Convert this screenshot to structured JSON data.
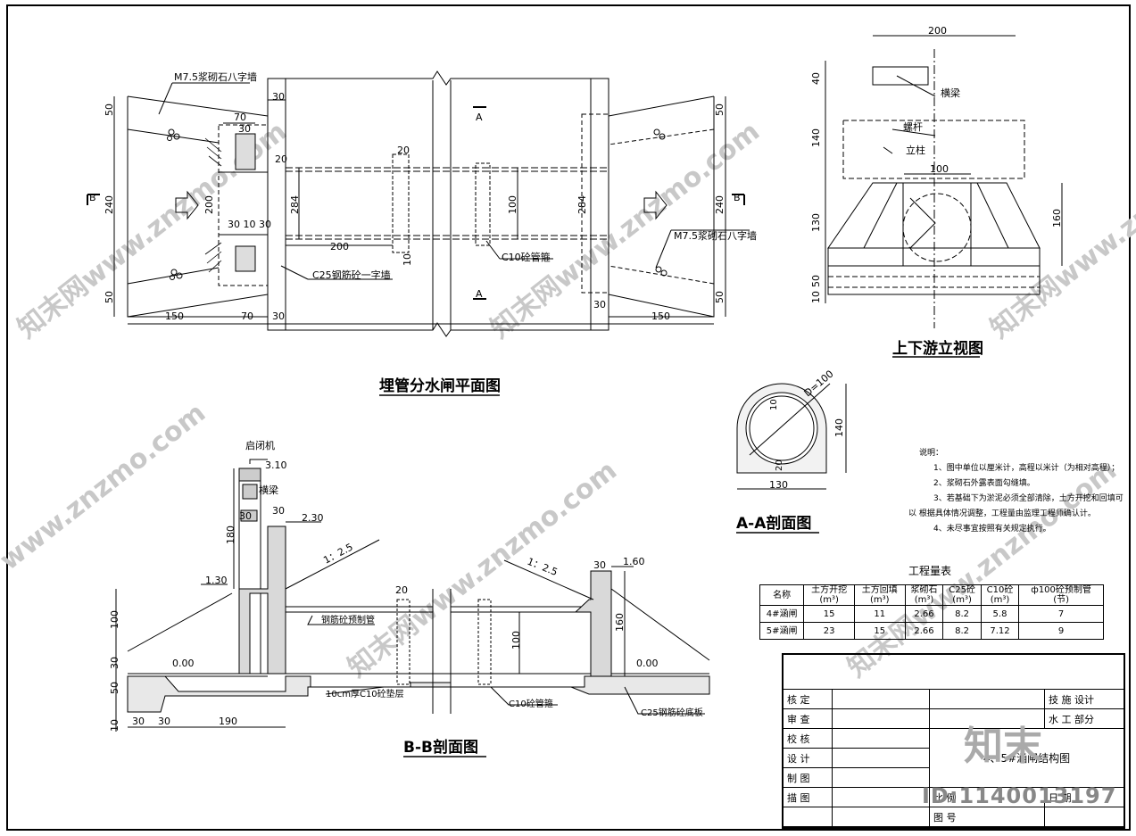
{
  "plan": {
    "title": "埋管分水闸平面图",
    "wall_left": "M7.5浆砌石八字墙",
    "wall_right": "M7.5浆砌石八字墙",
    "c25_wall": "C25钢筋砼一字墙",
    "c10_pipe": "C10砼管箍",
    "section_b": "B",
    "section_a": "A",
    "dims": {
      "d30": "30",
      "d70": "70",
      "d20": "20",
      "d50": "50",
      "d240": "240",
      "d200": "200",
      "d284": "284",
      "d100": "100",
      "d10": "10",
      "d150": "150",
      "d301030": "30 10 30"
    }
  },
  "elevation": {
    "title": "上下游立视图",
    "beam": "横梁",
    "screw": "螺杆",
    "column": "立柱",
    "dims": {
      "w200": "200",
      "h40": "40",
      "h140": "140",
      "w100": "100",
      "h130": "130",
      "h160": "160",
      "h50": "50",
      "h10": "10"
    }
  },
  "section_aa": {
    "title": "A-A剖面图",
    "d100": "D=100",
    "d10": "10",
    "d20": "20",
    "w130": "130",
    "h140": "140"
  },
  "section_bb": {
    "title": "B-B剖面图",
    "hoist": "启闭机",
    "beam": "横梁",
    "pipe": "钢筋砼预制管",
    "cushion": "10cm厚C10砼垫层",
    "c10_pipe": "C10砼管箍",
    "slab": "C25钢筋砼底板",
    "slope": "1：2.5",
    "el_310": "3.10",
    "el_230": "2.30",
    "el_130": "1.30",
    "el_160": "1.60",
    "el_000": "0.00",
    "dims": {
      "h180": "180",
      "h100": "100",
      "h30": "30",
      "h50": "50",
      "h10": "10",
      "w30": "30",
      "w190": "190",
      "w20": "20",
      "h160": "160"
    }
  },
  "notes": {
    "title": "说明：",
    "items": [
      "1、图中单位以厘米计，高程以米计（为相对高程）；",
      "2、浆砌石外露表面勾缝填。",
      "3、若基础下为淤泥必须全部清除，土方开挖和回填可",
      "以    根据具体情况调整，工程量由监理工程师确认计。",
      "4、未尽事宜按照有关规定执行。"
    ]
  },
  "quantities": {
    "title": "工程量表",
    "headers": [
      "名称",
      "土方开挖\n(m³)",
      "土方回填\n(m³)",
      "浆砌石\n(m³)",
      "C25砼\n(m³)",
      "C10砼\n(m³)",
      "ф100砼预制管\n(节)"
    ],
    "rows": [
      [
        "4#涵闸",
        "15",
        "11",
        "2.66",
        "8.2",
        "5.8",
        "7"
      ],
      [
        "5#涵闸",
        "23",
        "15",
        "2.66",
        "8.2",
        "7.12",
        "9"
      ]
    ]
  },
  "title_block": {
    "rows": [
      "核 定",
      "审 查",
      "校 核",
      "设 计",
      "制 图",
      "描 图"
    ],
    "design_unit": "技 施  设计",
    "dept": "水 工  部分",
    "drawing_name": "4、5#涵闸结构图",
    "scale_label": "比 例",
    "drawing_no_label": "图 号",
    "date_label": "日 期",
    "id_text": "ID:1140013197",
    "logo": "知末"
  },
  "watermarks": [
    "知末网www.znzmo.com",
    "www.znzmo.com"
  ]
}
